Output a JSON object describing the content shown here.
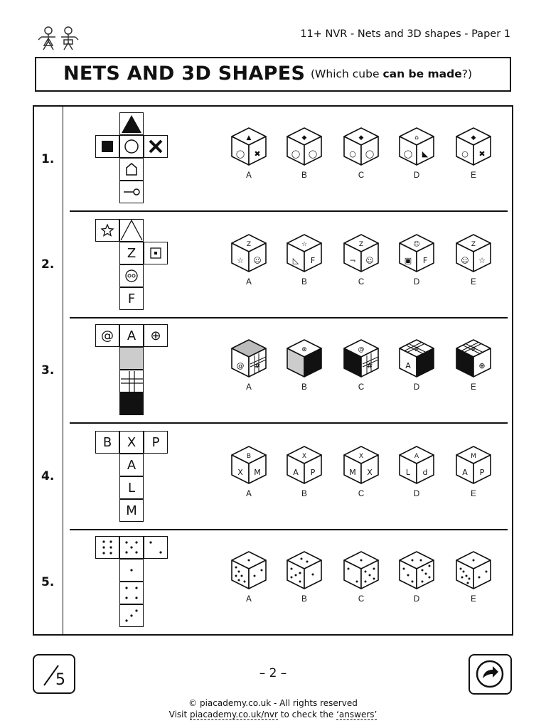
{
  "header": {
    "series": "11+ NVR - Nets and 3D shapes - Paper 1"
  },
  "title": {
    "main": "NETS AND 3D SHAPES",
    "sub_open": "(Which cube ",
    "sub_bold": "can be made",
    "sub_close": "?)"
  },
  "questions": [
    {
      "number": "1.",
      "options": [
        "A",
        "B",
        "C",
        "D",
        "E"
      ]
    },
    {
      "number": "2.",
      "options": [
        "A",
        "B",
        "C",
        "D",
        "E"
      ],
      "net_letters": {
        "z": "Z",
        "f": "F"
      }
    },
    {
      "number": "3.",
      "options": [
        "A",
        "B",
        "C",
        "D",
        "E"
      ],
      "net_letters": {
        "at": "@",
        "a": "A",
        "plus": "⊕"
      }
    },
    {
      "number": "4.",
      "options": [
        "A",
        "B",
        "C",
        "D",
        "E"
      ],
      "net_letters": {
        "b": "B",
        "x": "X",
        "p": "P",
        "a": "A",
        "l": "L",
        "m": "M"
      }
    },
    {
      "number": "5.",
      "options": [
        "A",
        "B",
        "C",
        "D",
        "E"
      ]
    }
  ],
  "footer": {
    "score": "5",
    "page_number": "– 2 –",
    "copyright": "© piacademy.co.uk - All rights reserved",
    "visit": "Visit ",
    "link": "piacademy.co.uk/nvr",
    "check": " to check the ",
    "answers": "‘answers’"
  },
  "icons": [
    "stick-figures-logo-icon",
    "next-arrow-icon"
  ]
}
